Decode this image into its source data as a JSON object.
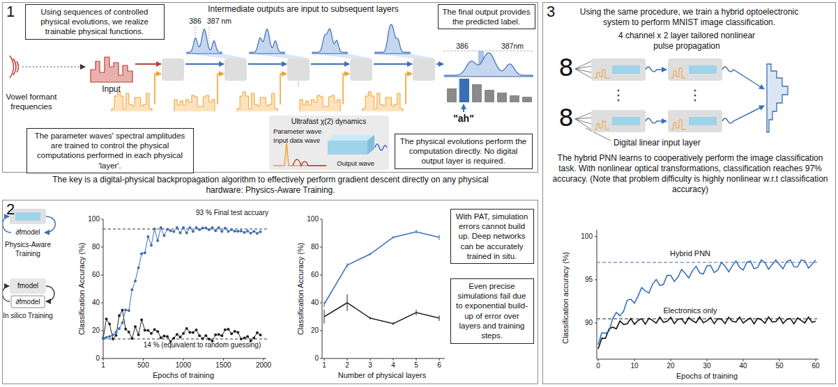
{
  "diagram": {
    "nodes": [
      {
        "text": [
          "1"
        ]
      },
      {
        "text": [
          "Using sequences of controlled physical evolutions, we realize trainable physical functions."
        ],
        "in": 0
      },
      {
        "text": [
          "The parameter waves' spectral amplitudes are trained to control the physical computations performed in each physical 'layer'."
        ],
        "in": 0
      },
      {
        "text": [
          "The final output provides the predicted label."
        ],
        "in": 0
      },
      {
        "text": [
          "The physical evolutions perform the computation directly. No digital output layer is required."
        ],
        "in": 0
      },
      {
        "text": [
          "Ultrafast χ(2) dynamics"
        ],
        "in": 0
      },
      {
        "text": [
          "Input"
        ],
        "in": 0
      },
      {
        "text": [
          "2"
        ]
      },
      {
        "text": [
          "With PAT, simulation errors cannot build up. Deep networks can be accurately trained in situ."
        ],
        "in": 7
      },
      {
        "text": [
          "Even precise simulations fail due to exponential build-up of error over layers and training steps."
        ],
        "in": 7
      },
      {
        "text": [
          "3",
          "Using the same procedure, we train a hybrid optoelectronic system to perform MNIST image classification."
        ]
      }
    ],
    "labels": [
      "Intermediate outputs are input to subsequent layers",
      "386",
      "387 nm",
      "386",
      "387nm",
      "Vowel formant frequencies",
      "\"ah\"",
      "Parameter wave",
      "Input data wave",
      "Output wave",
      "The key is a digital-physical backpropagation algorithm to effectively perform gradient descent directly on any physical hardware: Physics-Aware Training.",
      "Physics-Aware Training",
      "∂fmodel",
      "fmodel",
      "∂fmodel",
      "In silico Training",
      "Classification Accuracy (%)",
      "0",
      "20",
      "40",
      "60",
      "80",
      "100",
      "1",
      "500",
      "1000",
      "1500",
      "2000",
      "Epochs of training",
      "93 % Final test accuary",
      "14 % (equivalent to random guessing)",
      "Classification Accuracy (%)",
      "0",
      "20",
      "40",
      "60",
      "80",
      "100",
      "1",
      "2",
      "3",
      "4",
      "5",
      "6",
      "Number of physical layers",
      "4 channel x 2 layer tailored nonlinear pulse propagation",
      "8",
      "8",
      "Digital linear input layer",
      "The hybrid PNN learns to cooperatively perform the image classification task. With nonlinear optical transformations, classification reaches 97% accuracy. (Note that problem difficulty is highly nonlinear w.r.t classification accuracy)",
      "Classification accuracy (%)",
      "100",
      "95",
      "90",
      "0",
      "10",
      "20",
      "30",
      "40",
      "50",
      "60",
      "Epochs of training",
      "Hybrid PNN",
      "Electronics only"
    ]
  }
}
